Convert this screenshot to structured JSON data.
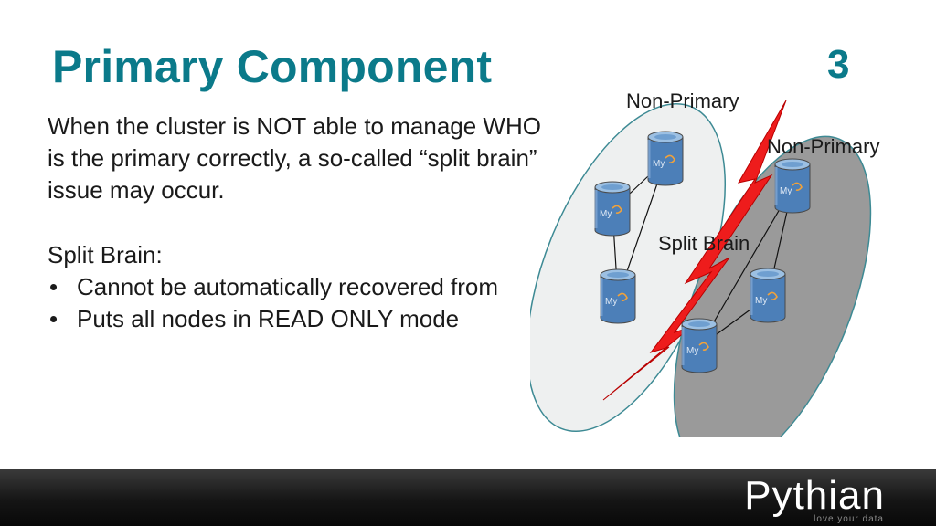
{
  "slide": {
    "title": "Primary Component",
    "number": "3"
  },
  "body": {
    "paragraph": "When the cluster is NOT able to manage WHO is the primary correctly, a so-called “split brain” issue may occur.",
    "subheading": "Split Brain:",
    "bullets": [
      "Cannot be automatically recovered from",
      "Puts all nodes in READ ONLY mode"
    ]
  },
  "diagram": {
    "left_group_label": "Non-Primary",
    "right_group_label": "Non-Primary",
    "split_label": "Split Brain",
    "node_logo_text": "My",
    "colors": {
      "left_group_fill": "#eef0f0",
      "right_group_fill": "#9a9a9a",
      "group_stroke": "#3d8a94",
      "node_fill": "#4c7fb8",
      "split_fill": "#ee1c1c"
    }
  },
  "footer": {
    "brand": "Pythian",
    "tagline": "love your data"
  }
}
